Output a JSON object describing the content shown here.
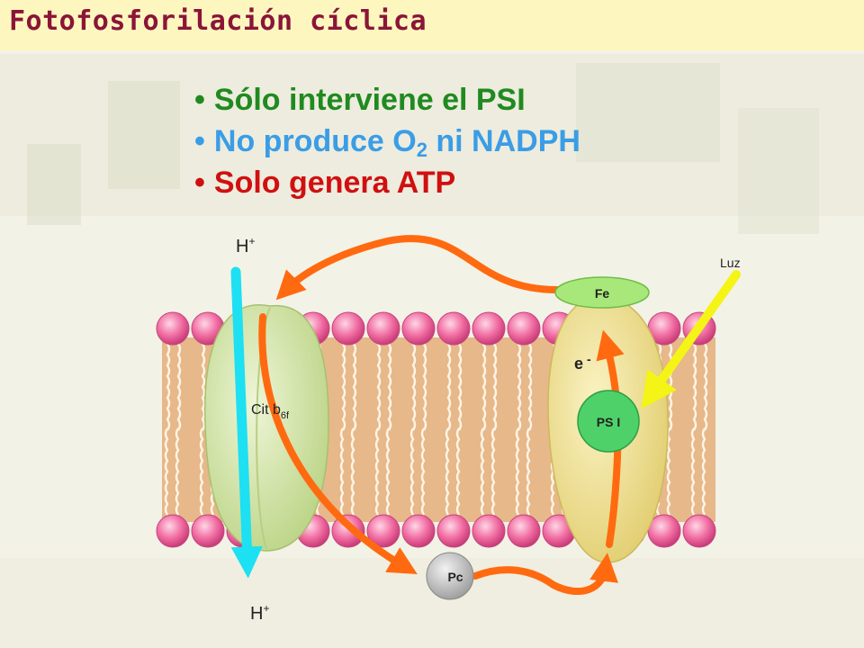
{
  "title": "Fotofosforilación cíclica",
  "bullets": [
    {
      "text": "Sólo interviene el PSI",
      "color": "#208a20"
    },
    {
      "text_before": "No produce O",
      "subscript": "2",
      "text_after": " ni NADPH",
      "color": "#3a9de6"
    },
    {
      "text": "Solo genera ATP",
      "color": "#d01010"
    }
  ],
  "diagram": {
    "proton_top": "H",
    "proton_top_sup": "+",
    "proton_bottom": "H",
    "proton_bottom_sup": "+",
    "light_label": "Luz",
    "fe_label": "Fe",
    "electron_label": "e",
    "electron_sup": "-",
    "cyt_label": "Cit b",
    "cyt_sub": "6f",
    "ps1_label": "PS I",
    "pc_label": "Pc"
  },
  "colors": {
    "title_bg": "#fdf7bf",
    "title_text": "#8a1538",
    "electron_arrow": "#ff6a10",
    "proton_arrow": "#1de0f2",
    "light_arrow": "#f4f416",
    "lipid_head": "#f06aa0",
    "membrane_fill": "#e6b88a",
    "cyt_complex": "#cfe3a4",
    "ps1_complex": "#f2e28e",
    "fe_fill": "#a8e87a",
    "ps1_fill": "#4fd16a",
    "pc_fill": "#c0c0c0"
  }
}
